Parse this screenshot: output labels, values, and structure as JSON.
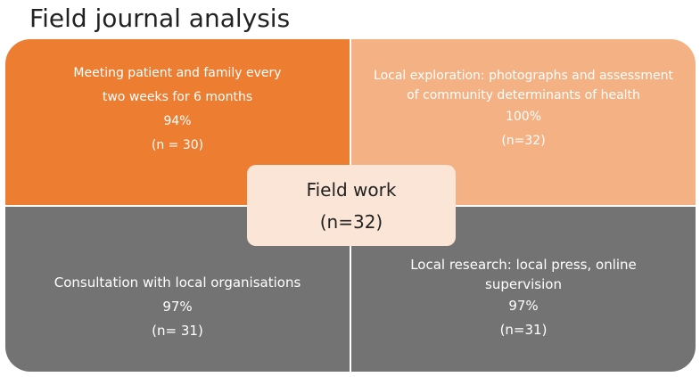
{
  "title": "Field journal analysis",
  "colors": {
    "top_left": "#ed7d31",
    "top_right": "#f4b183",
    "bottom": "#737373",
    "center": "#fbe5d6"
  },
  "center": {
    "line1": "Field work",
    "line2": "(n=32)"
  },
  "quadrants": {
    "top_left": {
      "line1": "Meeting patient and family every",
      "line2": "two weeks for 6 months",
      "percent": "94%",
      "n": "(n = 30)"
    },
    "top_right": {
      "line1": "Local exploration: photographs and assessment",
      "line2": "of community determinants of health",
      "percent": "100%",
      "n": "(n=32)"
    },
    "bottom_left": {
      "line1": "Consultation with local organisations",
      "percent": "97%",
      "n": "(n= 31)"
    },
    "bottom_right": {
      "line1": "Local research: local press, online",
      "line2": "supervision",
      "percent": "97%",
      "n": "(n=31)"
    }
  }
}
